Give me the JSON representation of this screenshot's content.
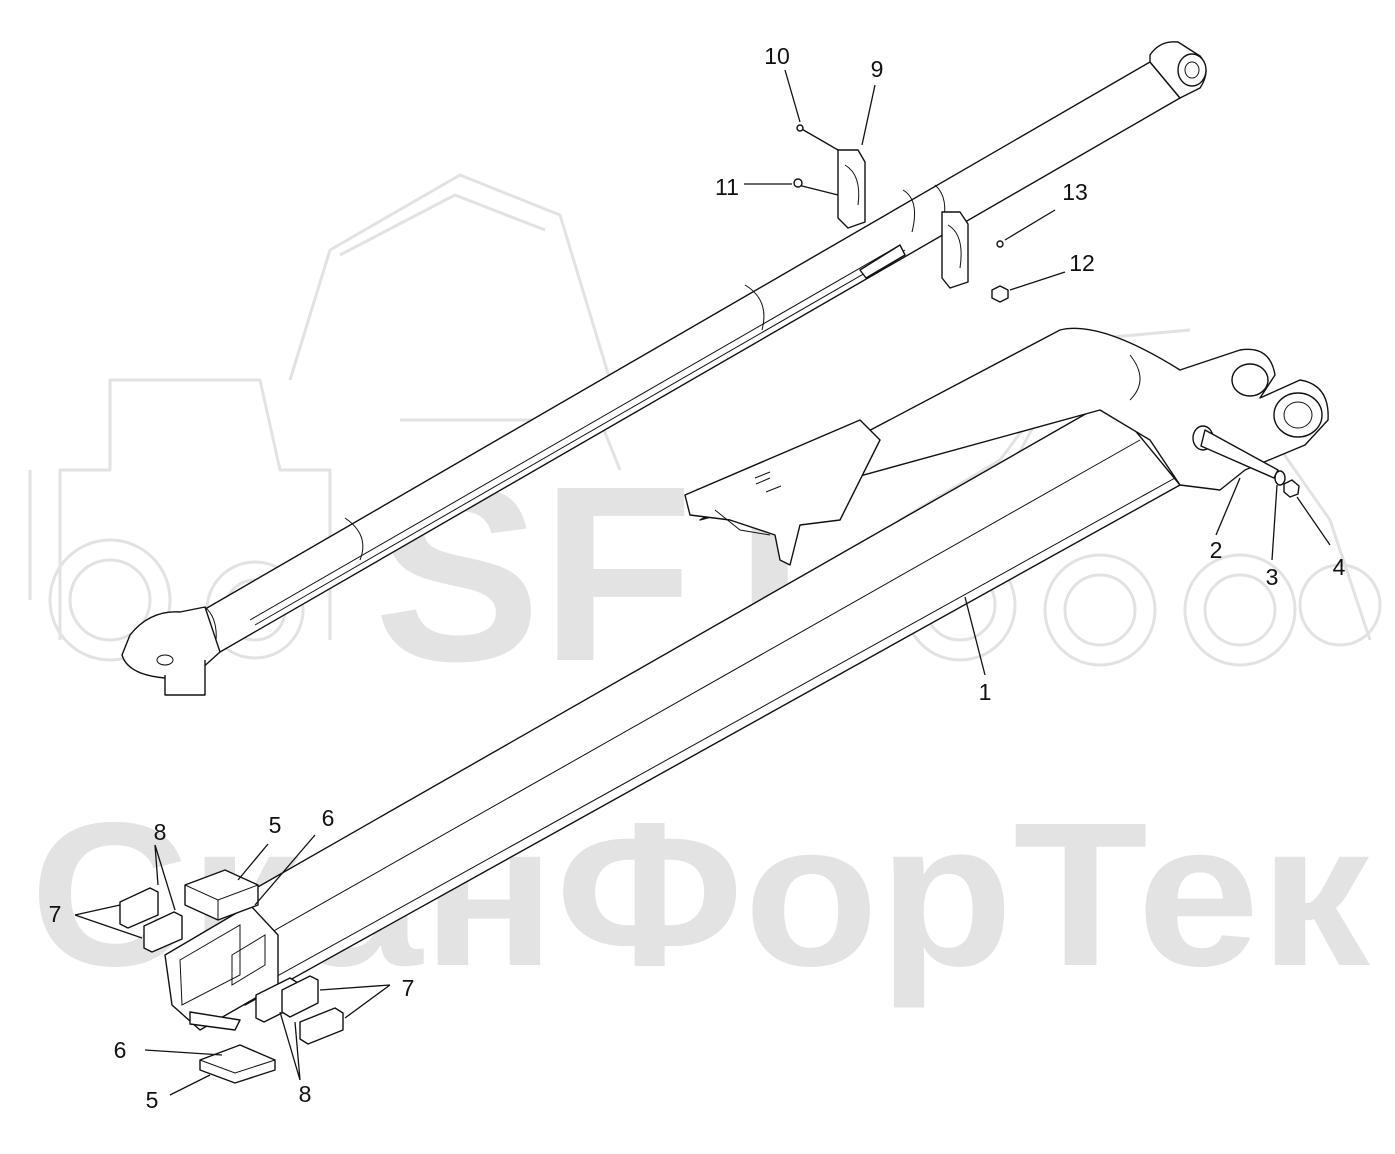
{
  "watermark": {
    "logo_text": "SFT",
    "company_text": "СканФорТек"
  },
  "callouts": [
    {
      "id": "c1",
      "label": "1"
    },
    {
      "id": "c2",
      "label": "2"
    },
    {
      "id": "c3",
      "label": "3"
    },
    {
      "id": "c4",
      "label": "4"
    },
    {
      "id": "c5a",
      "label": "5"
    },
    {
      "id": "c5b",
      "label": "5"
    },
    {
      "id": "c6a",
      "label": "6"
    },
    {
      "id": "c6b",
      "label": "6"
    },
    {
      "id": "c7a",
      "label": "7"
    },
    {
      "id": "c7b",
      "label": "7"
    },
    {
      "id": "c8a",
      "label": "8"
    },
    {
      "id": "c8b",
      "label": "8"
    },
    {
      "id": "c9",
      "label": "9"
    },
    {
      "id": "c10",
      "label": "10"
    },
    {
      "id": "c11",
      "label": "11"
    },
    {
      "id": "c12",
      "label": "12"
    },
    {
      "id": "c13",
      "label": "13"
    }
  ],
  "colors": {
    "line": "#111111",
    "watermark": "#e3e3e3",
    "background": "#ffffff"
  }
}
